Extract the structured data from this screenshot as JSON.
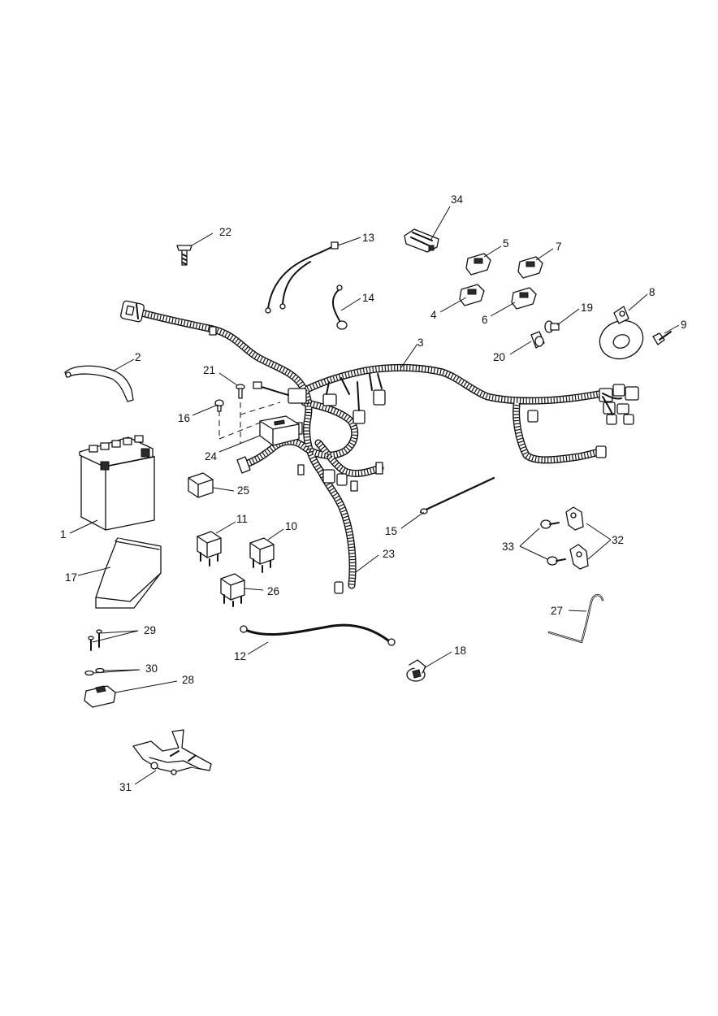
{
  "diagram": {
    "callouts": [
      {
        "id": "1",
        "text": "1"
      },
      {
        "id": "2",
        "text": "2"
      },
      {
        "id": "3",
        "text": "3"
      },
      {
        "id": "4",
        "text": "4"
      },
      {
        "id": "5",
        "text": "5"
      },
      {
        "id": "6",
        "text": "6"
      },
      {
        "id": "7",
        "text": "7"
      },
      {
        "id": "8",
        "text": "8"
      },
      {
        "id": "9",
        "text": "9"
      },
      {
        "id": "10",
        "text": "10"
      },
      {
        "id": "11",
        "text": "11"
      },
      {
        "id": "12",
        "text": "12"
      },
      {
        "id": "13",
        "text": "13"
      },
      {
        "id": "14",
        "text": "14"
      },
      {
        "id": "15",
        "text": "15"
      },
      {
        "id": "16",
        "text": "16"
      },
      {
        "id": "17",
        "text": "17"
      },
      {
        "id": "18",
        "text": "18"
      },
      {
        "id": "19",
        "text": "19"
      },
      {
        "id": "20",
        "text": "20"
      },
      {
        "id": "21",
        "text": "21"
      },
      {
        "id": "22",
        "text": "22"
      },
      {
        "id": "23",
        "text": "23"
      },
      {
        "id": "24",
        "text": "24"
      },
      {
        "id": "25",
        "text": "25"
      },
      {
        "id": "26",
        "text": "26"
      },
      {
        "id": "27",
        "text": "27"
      },
      {
        "id": "28",
        "text": "28"
      },
      {
        "id": "29",
        "text": "29"
      },
      {
        "id": "30",
        "text": "30"
      },
      {
        "id": "31",
        "text": "31"
      },
      {
        "id": "32",
        "text": "32"
      },
      {
        "id": "33",
        "text": "33"
      },
      {
        "id": "34",
        "text": "34"
      }
    ]
  }
}
